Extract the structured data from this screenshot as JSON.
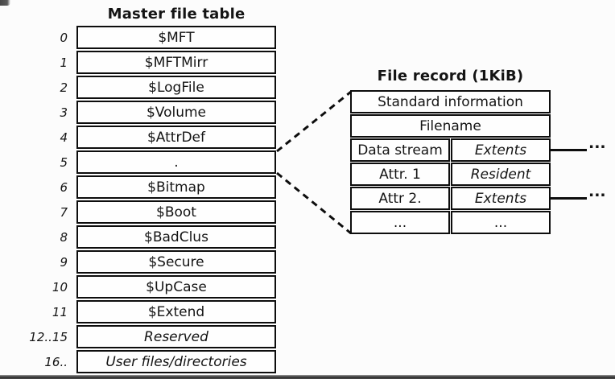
{
  "page": {
    "background_color": "#fcfcfc",
    "text_color": "#141414",
    "border_color": "#0d0d0d"
  },
  "mft": {
    "title": "Master file table",
    "rows": [
      {
        "index": "0",
        "label": "$MFT"
      },
      {
        "index": "1",
        "label": "$MFTMirr"
      },
      {
        "index": "2",
        "label": "$LogFile"
      },
      {
        "index": "3",
        "label": "$Volume"
      },
      {
        "index": "4",
        "label": "$AttrDef"
      },
      {
        "index": "5",
        "label": "."
      },
      {
        "index": "6",
        "label": "$Bitmap"
      },
      {
        "index": "7",
        "label": "$Boot"
      },
      {
        "index": "8",
        "label": "$BadClus"
      },
      {
        "index": "9",
        "label": "$Secure"
      },
      {
        "index": "10",
        "label": "$UpCase"
      },
      {
        "index": "11",
        "label": "$Extend"
      },
      {
        "index": "12..15",
        "label": "Reserved"
      },
      {
        "index": "16..",
        "label": "User files/directories"
      }
    ]
  },
  "file_record": {
    "title": "File record (1KiB)",
    "rows": [
      {
        "cells": [
          "Standard information"
        ]
      },
      {
        "cells": [
          "Filename"
        ]
      },
      {
        "cells": [
          "Data stream",
          "Extents"
        ]
      },
      {
        "cells": [
          "Attr. 1",
          "Resident"
        ]
      },
      {
        "cells": [
          "Attr 2.",
          "Extents"
        ]
      },
      {
        "cells": [
          "...",
          "..."
        ]
      }
    ],
    "extent_ellipsis_top": "...",
    "extent_ellipsis_bottom": "..."
  }
}
